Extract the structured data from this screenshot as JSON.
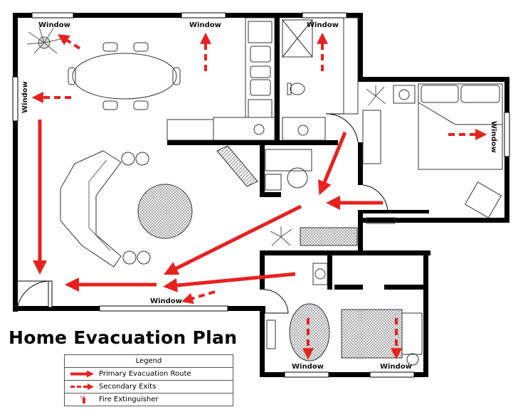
{
  "title": "Home Evacuation Plan",
  "window_label": "Window",
  "windows": [
    "Window",
    "Window",
    "Window",
    "Window",
    "Window",
    "Window",
    "Window",
    "Window"
  ],
  "legend": {
    "header": "Legend",
    "items": [
      {
        "label": "Primary Evacuation Route",
        "symbol": "solid-arrow-icon"
      },
      {
        "label": "Secondary Exits",
        "symbol": "dashed-arrow-icon"
      },
      {
        "label": "Fire Extinguisher",
        "symbol": "fire-extinguisher-icon"
      }
    ]
  },
  "colors": {
    "route": "#e8211f",
    "wall": "#000000",
    "furniture": "#333333"
  }
}
